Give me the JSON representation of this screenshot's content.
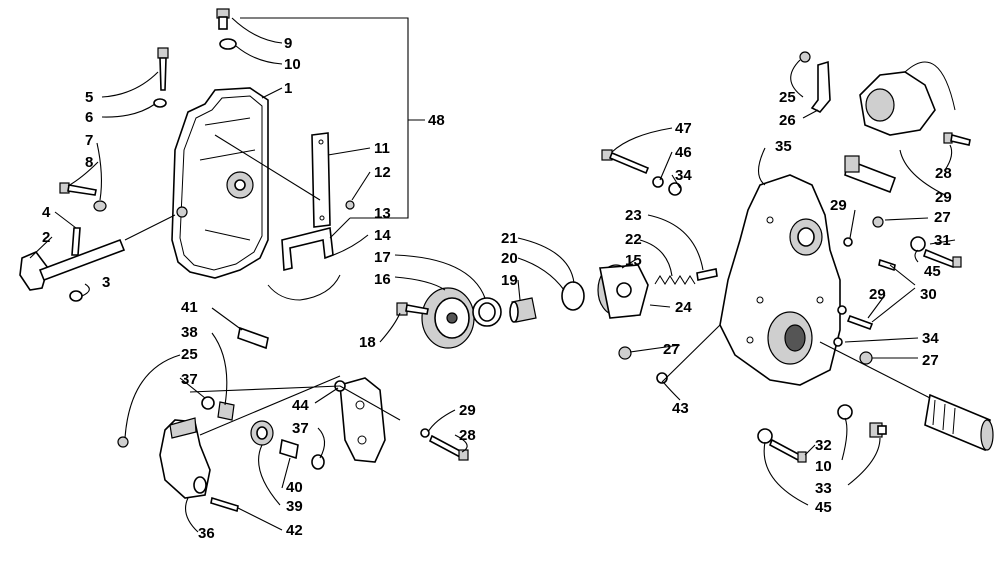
{
  "callouts": {
    "c1": "1",
    "c2": "2",
    "c3": "3",
    "c4": "4",
    "c5": "5",
    "c6": "6",
    "c7": "7",
    "c8": "8",
    "c9": "9",
    "c10a": "10",
    "c10b": "10",
    "c11": "11",
    "c12": "12",
    "c13": "13",
    "c14": "14",
    "c15": "15",
    "c16": "16",
    "c17": "17",
    "c18": "18",
    "c19": "19",
    "c20": "20",
    "c21": "21",
    "c22": "22",
    "c23": "23",
    "c24": "24",
    "c25a": "25",
    "c25b": "25",
    "c26": "26",
    "c27a": "27",
    "c27b": "27",
    "c27c": "27",
    "c28a": "28",
    "c28b": "28",
    "c29a": "29",
    "c29b": "29",
    "c29c": "29",
    "c29d": "29",
    "c30": "30",
    "c31": "31",
    "c32": "32",
    "c33": "33",
    "c34a": "34",
    "c34b": "34",
    "c35": "35",
    "c36": "36",
    "c37a": "37",
    "c37b": "37",
    "c38": "38",
    "c39": "39",
    "c40": "40",
    "c41": "41",
    "c42": "42",
    "c43": "43",
    "c44": "44",
    "c45a": "45",
    "c45b": "45",
    "c46": "46",
    "c47": "47",
    "c48": "48"
  }
}
